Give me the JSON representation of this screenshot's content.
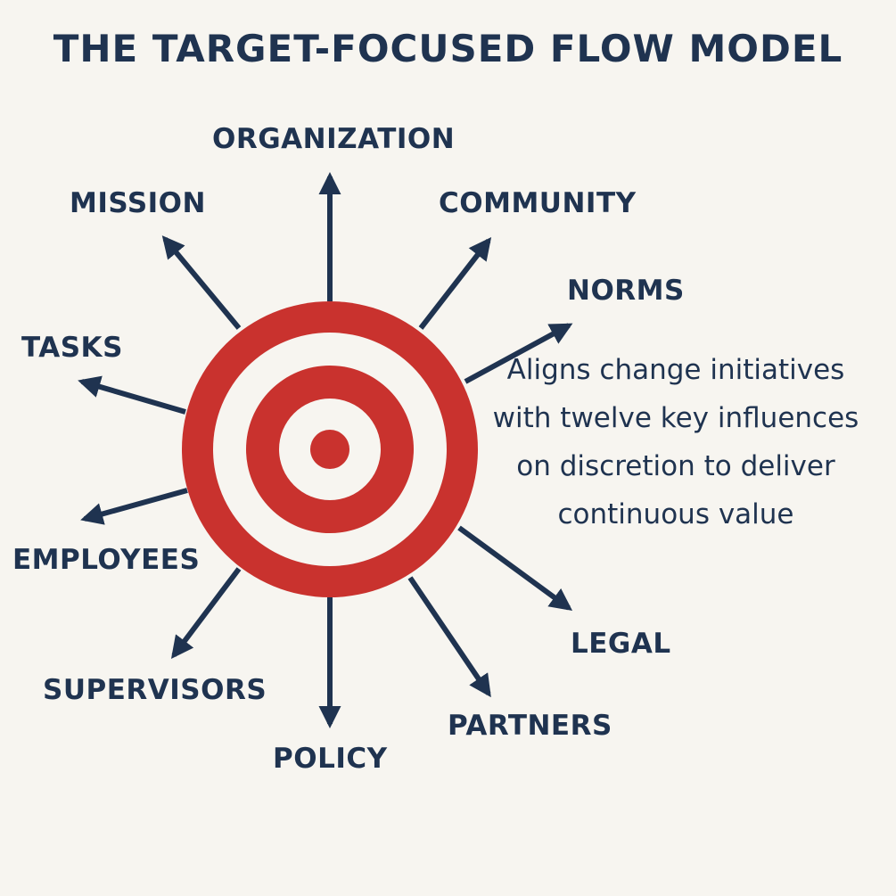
{
  "title": "THE TARGET-FOCUSED FLOW MODEL",
  "influences": [
    "ORGANIZATION",
    "COMMUNITY",
    "NORMS",
    "LEGAL",
    "PARTNERS",
    "POLICY",
    "SUPERVISORS",
    "EMPLOYEES",
    "TASKS",
    "MISSION"
  ],
  "description": "Aligns change initiatives with twelve key influences on discretion to deliver continuous value",
  "colors": {
    "target_red": "#c9322e",
    "target_white": "#f7f5f0",
    "arrow_navy": "#1f3350",
    "background": "#f7f5f0"
  }
}
